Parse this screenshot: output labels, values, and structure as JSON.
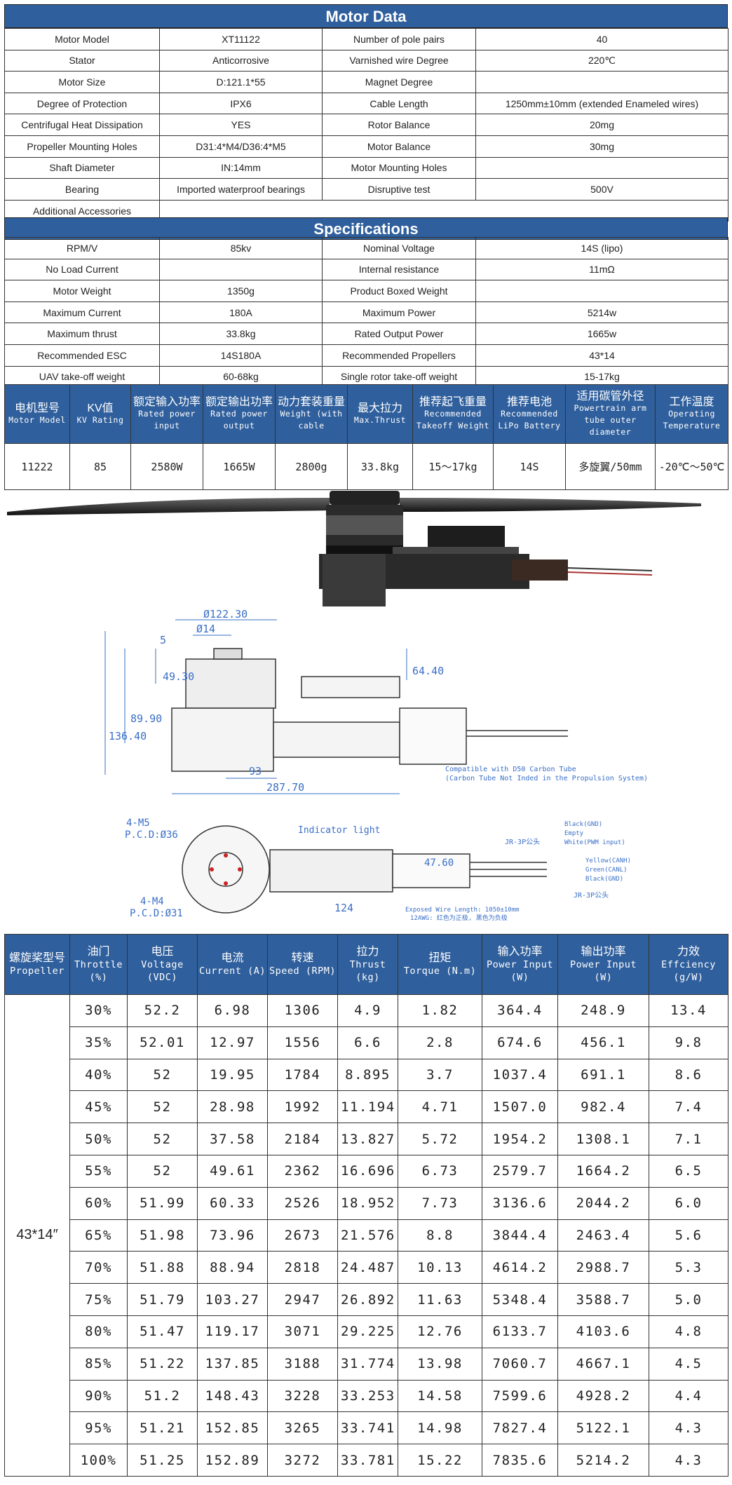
{
  "motor_data": {
    "title": "Motor Data",
    "rows": [
      [
        "Motor Model",
        "XT11122",
        "Number of pole pairs",
        "40"
      ],
      [
        "Stator",
        "Anticorrosive",
        "Varnished wire Degree",
        "220℃"
      ],
      [
        "Motor Size",
        "D:121.1*55",
        "Magnet Degree",
        ""
      ],
      [
        "Degree of Protection",
        "IPX6",
        "Cable Length",
        "1250mm±10mm  (extended Enameled wires)"
      ],
      [
        "Centrifugal Heat Dissipation",
        "YES",
        "Rotor Balance",
        "20mg"
      ],
      [
        "Propeller Mounting Holes",
        "D31:4*M4/D36:4*M5",
        "Motor Balance",
        "30mg"
      ],
      [
        "Shaft Diameter",
        "IN:14mm",
        "Motor Mounting Holes",
        ""
      ],
      [
        "Bearing",
        "Imported waterproof bearings",
        "Disruptive test",
        "500V"
      ]
    ],
    "accessories_label": "Additional Accessories",
    "accessories_value": ""
  },
  "specifications": {
    "title": "Specifications",
    "rows": [
      [
        "RPM/V",
        "85kv",
        "Nominal Voltage",
        "14S  (lipo)"
      ],
      [
        "No Load Current",
        "",
        "Internal resistance",
        "11mΩ"
      ],
      [
        "Motor Weight",
        "1350g",
        "Product Boxed Weight",
        ""
      ],
      [
        "Maximum Current",
        "180A",
        "Maximum Power",
        "5214w"
      ],
      [
        "Maximum thrust",
        "33.8kg",
        "Rated Output Power",
        "1665w"
      ],
      [
        "Recommended ESC",
        "14S180A",
        "Recommended Propellers",
        "43*14"
      ],
      [
        "UAV take-off weight",
        "60-68kg",
        "Single rotor take-off weight",
        "15-17kg"
      ]
    ]
  },
  "summary": {
    "headers": [
      {
        "cn": "电机型号",
        "en": "Motor Model"
      },
      {
        "cn": "KV值",
        "en": "KV Rating"
      },
      {
        "cn": "额定输入功率",
        "en": "Rated power input"
      },
      {
        "cn": "额定输出功率",
        "en": "Rated power output"
      },
      {
        "cn": "动力套装重量",
        "en": "Weight (with cable"
      },
      {
        "cn": "最大拉力",
        "en": "Max.Thrust"
      },
      {
        "cn": "推荐起飞重量",
        "en": "Recommended Takeoff Weight"
      },
      {
        "cn": "推荐电池",
        "en": "Recommended LiPo Battery"
      },
      {
        "cn": "适用碳管外径",
        "en": "Powertrain arm tube outer diameter"
      },
      {
        "cn": "工作温度",
        "en": "Operating Temperature"
      }
    ],
    "values": [
      "11222",
      "85",
      "2580W",
      "1665W",
      "2800g",
      "33.8kg",
      "15～17kg",
      "14S",
      "多旋翼/50mm",
      "-20℃～50℃"
    ]
  },
  "drawing": {
    "dims": {
      "d122": "Ø122.30",
      "d14": "Ø14",
      "h5": "5",
      "h4930": "49.30",
      "h8990": "89.90",
      "h13640": "136.40",
      "h6440": "64.40",
      "w93": "93",
      "w28770": "287.70",
      "w124": "124",
      "h4760": "47.60"
    },
    "note_tube_1": "Compatible with D50 Carbon Tube",
    "note_tube_2": "(Carbon Tube Not Inded in the Propulsion System)",
    "pcd_m5_1": "4-M5",
    "pcd_m5_2": "P.C.D:Ø36",
    "pcd_m4_1": "4-M4",
    "pcd_m4_2": "P.C.D:Ø31",
    "indicator": "Indicator light",
    "jr_top": "JR-3P公头",
    "jr_bottom": "JR-3P公头",
    "wires_top": [
      "Black(GND)",
      "Empty",
      "White(PWM input)"
    ],
    "wires_bottom": [
      "Yellow(CANH)",
      "Green(CANL)",
      "Black(GND)"
    ],
    "wire_len_1": "Exposed Wire Length: 1050±10mm",
    "wire_len_2": "12AWG: 红色为正极, 黑色为负极"
  },
  "performance": {
    "headers": [
      {
        "cn": "螺旋桨型号",
        "en": "Propeller"
      },
      {
        "cn": "油门",
        "en": "Throttle (%)"
      },
      {
        "cn": "电压",
        "en": "Voltage (VDC)"
      },
      {
        "cn": "电流",
        "en": "Current (A)"
      },
      {
        "cn": "转速",
        "en": "Speed (RPM)"
      },
      {
        "cn": "拉力",
        "en": "Thrust (kg)"
      },
      {
        "cn": "扭矩",
        "en": "Torque (N.m)"
      },
      {
        "cn": "输入功率",
        "en": "Power Input (W)"
      },
      {
        "cn": "输出功率",
        "en": "Power Input (W)"
      },
      {
        "cn": "力效",
        "en": "Effciency (g/W)"
      }
    ],
    "propeller": "43*14″",
    "rows": [
      [
        "30%",
        "52.2",
        "6.98",
        "1306",
        "4.9",
        "1.82",
        "364.4",
        "248.9",
        "13.4"
      ],
      [
        "35%",
        "52.01",
        "12.97",
        "1556",
        "6.6",
        "2.8",
        "674.6",
        "456.1",
        "9.8"
      ],
      [
        "40%",
        "52",
        "19.95",
        "1784",
        "8.895",
        "3.7",
        "1037.4",
        "691.1",
        "8.6"
      ],
      [
        "45%",
        "52",
        "28.98",
        "1992",
        "11.194",
        "4.71",
        "1507.0",
        "982.4",
        "7.4"
      ],
      [
        "50%",
        "52",
        "37.58",
        "2184",
        "13.827",
        "5.72",
        "1954.2",
        "1308.1",
        "7.1"
      ],
      [
        "55%",
        "52",
        "49.61",
        "2362",
        "16.696",
        "6.73",
        "2579.7",
        "1664.2",
        "6.5"
      ],
      [
        "60%",
        "51.99",
        "60.33",
        "2526",
        "18.952",
        "7.73",
        "3136.6",
        "2044.2",
        "6.0"
      ],
      [
        "65%",
        "51.98",
        "73.96",
        "2673",
        "21.576",
        "8.8",
        "3844.4",
        "2463.4",
        "5.6"
      ],
      [
        "70%",
        "51.88",
        "88.94",
        "2818",
        "24.487",
        "10.13",
        "4614.2",
        "2988.7",
        "5.3"
      ],
      [
        "75%",
        "51.79",
        "103.27",
        "2947",
        "26.892",
        "11.63",
        "5348.4",
        "3588.7",
        "5.0"
      ],
      [
        "80%",
        "51.47",
        "119.17",
        "3071",
        "29.225",
        "12.76",
        "6133.7",
        "4103.6",
        "4.8"
      ],
      [
        "85%",
        "51.22",
        "137.85",
        "3188",
        "31.774",
        "13.98",
        "7060.7",
        "4667.1",
        "4.5"
      ],
      [
        "90%",
        "51.2",
        "148.43",
        "3228",
        "33.253",
        "14.58",
        "7599.6",
        "4928.2",
        "4.4"
      ],
      [
        "95%",
        "51.21",
        "152.85",
        "3265",
        "33.741",
        "14.98",
        "7827.4",
        "5122.1",
        "4.3"
      ],
      [
        "100%",
        "51.25",
        "152.89",
        "3272",
        "33.781",
        "15.22",
        "7835.6",
        "5214.2",
        "4.3"
      ]
    ]
  }
}
